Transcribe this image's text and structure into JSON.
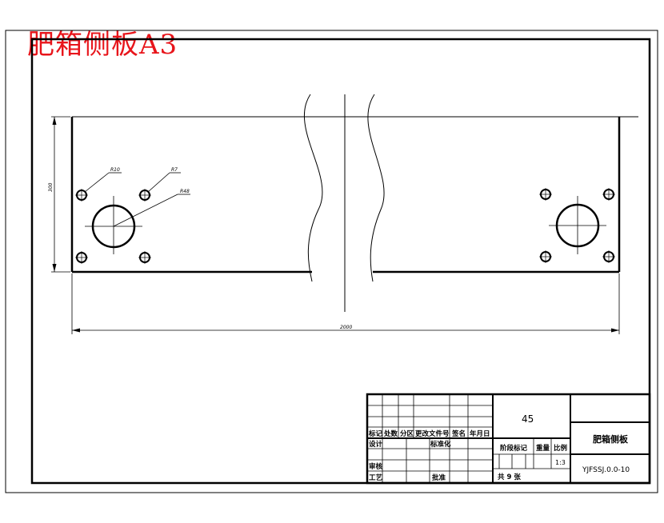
{
  "sheet_title": "肥箱侧板A3",
  "dimensions": {
    "height_label": "300",
    "width_label": "2000",
    "radius_labels": [
      "R10",
      "R7",
      "R48"
    ]
  },
  "title_block": {
    "revision_headers": [
      "标记",
      "处数",
      "分区",
      "更改文件号",
      "签名",
      "年月日"
    ],
    "row_labels": {
      "design": "设计",
      "standardize": "标准化",
      "review": "审核",
      "process": "工艺",
      "approve": "批准"
    },
    "material": "45",
    "stage_mark_label": "阶段标记",
    "weight_label": "重量",
    "scale_label": "比例",
    "scale_value": "1:3",
    "sheets_text": "共 9 张",
    "part_name": "肥箱侧板",
    "drawing_number": "YJFSSJ.0.0-10"
  },
  "colors": {
    "title_red": "#e8151b",
    "line": "#000000"
  }
}
